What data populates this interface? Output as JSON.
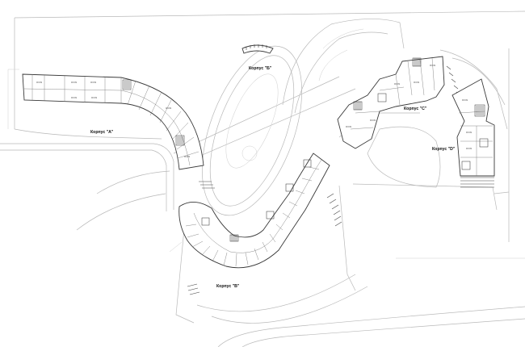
{
  "buildings": {
    "a": {
      "label": "Корпус \"A\""
    },
    "b": {
      "label": "Корпус \"Б\""
    },
    "c": {
      "label": "Корпус \"C\""
    },
    "d": {
      "label": "Корпус \"D\""
    },
    "v": {
      "label": "Корпус \"В\""
    }
  }
}
